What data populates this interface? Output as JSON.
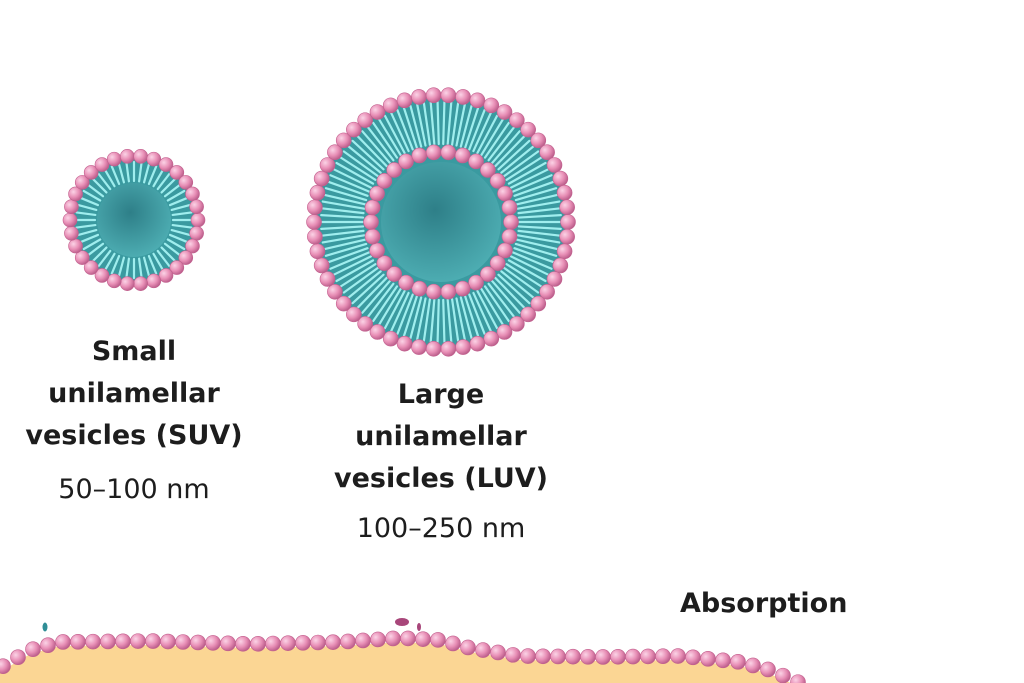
{
  "suv": {
    "title_lines": [
      "Small",
      "unilamellar",
      "vesicles (SUV)"
    ],
    "size": "50–100 nm"
  },
  "luv": {
    "title_lines": [
      "Large",
      "unilamellar",
      "vesicles (LUV)"
    ],
    "size": "100–250 nm"
  },
  "absorption_label": "Absorption",
  "colors": {
    "head": "#e88fb6",
    "head_dark": "#c2608e",
    "core": "#2f8e96",
    "tail": "#9feeee",
    "cell": "#fbd694"
  }
}
